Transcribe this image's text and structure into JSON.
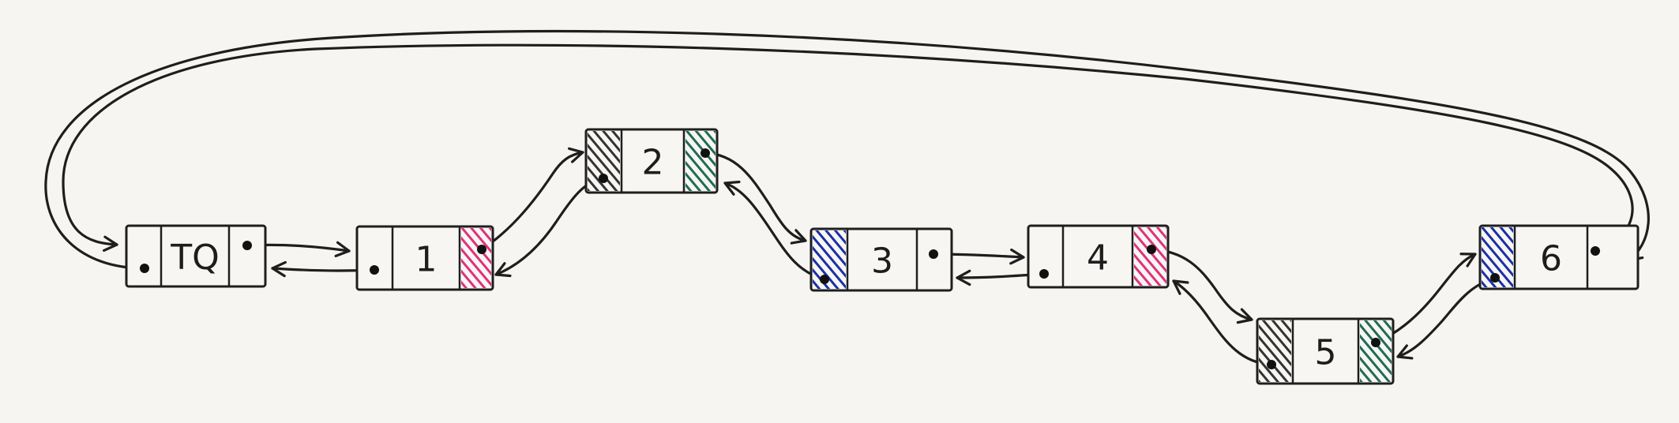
{
  "diagram": {
    "nodes": [
      {
        "id": "tq",
        "label": "TQ",
        "left_hatch_color": null,
        "right_hatch_color": null
      },
      {
        "id": "n1",
        "label": "1",
        "left_hatch_color": null,
        "right_hatch_color": "#e0307e"
      },
      {
        "id": "n2",
        "label": "2",
        "left_hatch_color": "#333333",
        "right_hatch_color": "#1f6b57"
      },
      {
        "id": "n3",
        "label": "3",
        "left_hatch_color": "#1a2fa8",
        "right_hatch_color": null
      },
      {
        "id": "n4",
        "label": "4",
        "left_hatch_color": null,
        "right_hatch_color": "#e0307e"
      },
      {
        "id": "n5",
        "label": "5",
        "left_hatch_color": "#333333",
        "right_hatch_color": "#1f6b57"
      },
      {
        "id": "n6",
        "label": "6",
        "left_hatch_color": "#1a2fa8",
        "right_hatch_color": null
      }
    ],
    "links": [
      {
        "from": "tq",
        "to": "n1",
        "kind": "next"
      },
      {
        "from": "n1",
        "to": "tq",
        "kind": "prev"
      },
      {
        "from": "n1",
        "to": "n2",
        "kind": "next"
      },
      {
        "from": "n2",
        "to": "n1",
        "kind": "prev"
      },
      {
        "from": "n2",
        "to": "n3",
        "kind": "next"
      },
      {
        "from": "n3",
        "to": "n2",
        "kind": "prev"
      },
      {
        "from": "n3",
        "to": "n4",
        "kind": "next"
      },
      {
        "from": "n4",
        "to": "n3",
        "kind": "prev"
      },
      {
        "from": "n4",
        "to": "n5",
        "kind": "next"
      },
      {
        "from": "n5",
        "to": "n4",
        "kind": "prev"
      },
      {
        "from": "n5",
        "to": "n6",
        "kind": "next"
      },
      {
        "from": "n6",
        "to": "n5",
        "kind": "prev"
      },
      {
        "from": "n6",
        "to": "tq",
        "kind": "wrap-next"
      },
      {
        "from": "tq",
        "to": "n6",
        "kind": "wrap-prev"
      }
    ],
    "colors": {
      "ink": "#1e1e1e",
      "pink": "#e0307e",
      "dark_gray": "#333333",
      "teal": "#1f6b57",
      "blue": "#1a2fa8"
    }
  }
}
